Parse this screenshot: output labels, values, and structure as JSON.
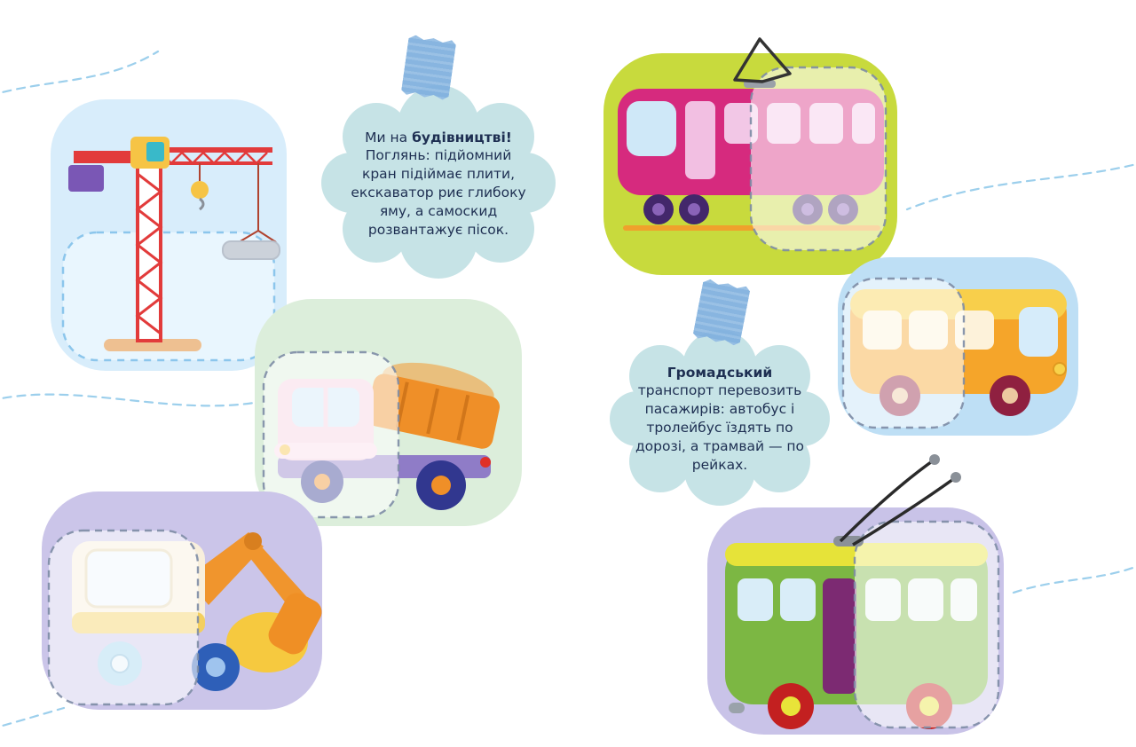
{
  "colors": {
    "bubble_bg": "#c6e3e6",
    "tape_blue": "#7fb0de",
    "text_dark": "#1e2f52",
    "guide_line": "#9ccfec",
    "blob_crane": "#d8edfb",
    "blob_tram": "#c8da3d",
    "blob_dump_truck": "#dceedb",
    "blob_bus": "#bedff5",
    "blob_excavator": "#cbc5e9",
    "blob_trolleybus": "#c9c3e8"
  },
  "bubbles": {
    "construction": {
      "prefix": "Ми на ",
      "bold": "будівництві!",
      "body": "Поглянь: підйомний кран підіймає плити, екскаватор риє глибоку яму, а самоскид розвантажує пісок."
    },
    "transport": {
      "bold": "Громадський",
      "body": "транспорт перевозить пасажирів: автобус і тролейбус їздять по дорозі, а трамвай — по рейках."
    }
  },
  "illustrations": {
    "crane": "tower-crane",
    "tram": "tram",
    "dump_truck": "dump-truck",
    "bus": "bus",
    "excavator": "excavator",
    "trolleybus": "trolleybus"
  }
}
